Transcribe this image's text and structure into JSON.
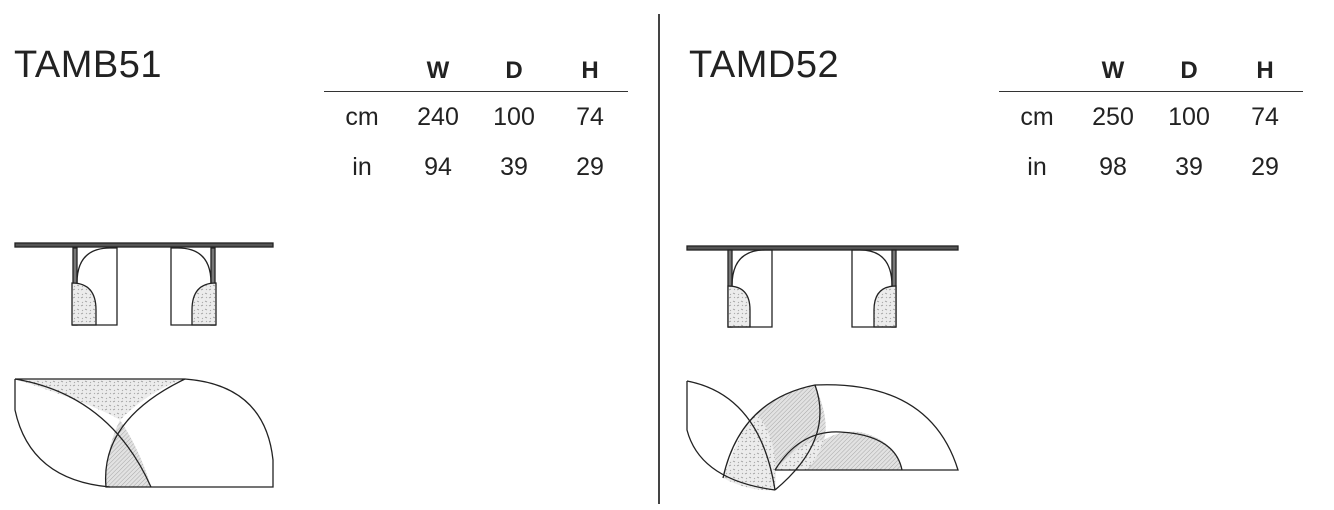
{
  "products": [
    {
      "code": "TAMB51",
      "headers": [
        "W",
        "D",
        "H"
      ],
      "rows": [
        {
          "unit": "cm",
          "values": [
            "240",
            "100",
            "74"
          ]
        },
        {
          "unit": "in",
          "values": [
            "94",
            "39",
            "29"
          ]
        }
      ]
    },
    {
      "code": "TAMD52",
      "headers": [
        "W",
        "D",
        "H"
      ],
      "rows": [
        {
          "unit": "cm",
          "values": [
            "250",
            "100",
            "74"
          ]
        },
        {
          "unit": "in",
          "values": [
            "98",
            "39",
            "29"
          ]
        }
      ]
    }
  ]
}
